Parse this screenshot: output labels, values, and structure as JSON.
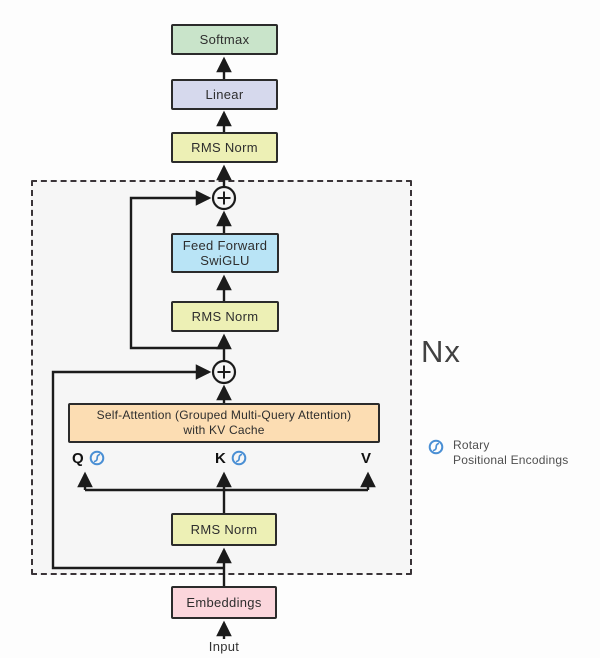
{
  "blocks": {
    "softmax": {
      "label": "Softmax",
      "color": "#c9e4ca"
    },
    "linear": {
      "label": "Linear",
      "color": "#d6d9ed"
    },
    "rms_norm_top": {
      "label": "RMS Norm",
      "color": "#edf0b5"
    },
    "feed_forward": {
      "line1": "Feed Forward",
      "line2": "SwiGLU",
      "color": "#b9e4f6"
    },
    "rms_norm_mid": {
      "label": "RMS Norm",
      "color": "#edf0b5"
    },
    "self_attention": {
      "line1": "Self-Attention (Grouped Multi-Query Attention)",
      "line2": "with KV Cache",
      "color": "#fcddb3"
    },
    "rms_norm_bottom": {
      "label": "RMS Norm",
      "color": "#edf0b5"
    },
    "embeddings": {
      "label": "Embeddings",
      "color": "#fbd6dc"
    }
  },
  "qkv": {
    "q": "Q",
    "k": "K",
    "v": "V"
  },
  "labels": {
    "input": "Input",
    "repeat": "Nx"
  },
  "legend": {
    "line1": "Rotary",
    "line2": "Positional Encodings",
    "icon_color": "#4a8fd4"
  },
  "colors": {
    "line": "#1b1b1b",
    "region_background": "#f6f6f6",
    "region_border": "#3a3438",
    "page_background": "#fdfdfd"
  }
}
